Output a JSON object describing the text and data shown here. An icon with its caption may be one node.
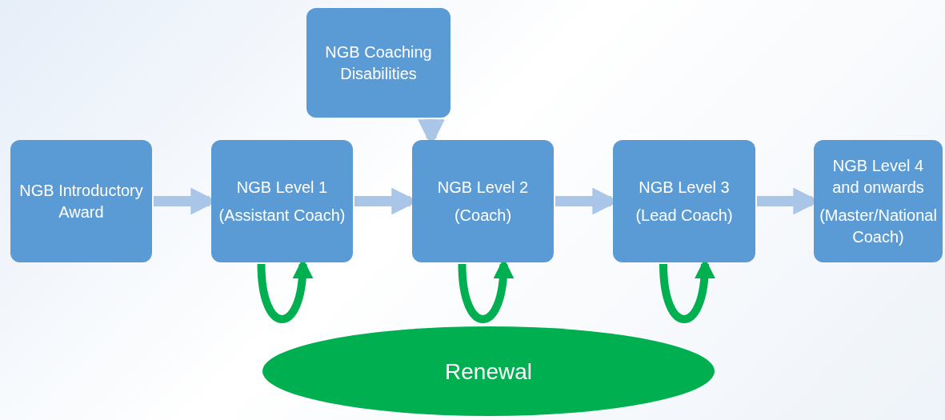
{
  "diagram": {
    "nodes": [
      {
        "text": [
          "NGB Introductory Award"
        ]
      },
      {
        "text": [
          "NGB Level 1",
          "(Assistant Coach)"
        ]
      },
      {
        "text": [
          "NGB Coaching Disabilities"
        ]
      },
      {
        "text": [
          "NGB Level 2",
          "(Coach)"
        ]
      },
      {
        "text": [
          "NGB Level 3",
          "(Lead Coach)"
        ]
      },
      {
        "text": [
          "NGB Level 4 and onwards",
          "(Master/National Coach)"
        ]
      },
      {
        "text": [
          "Renewal"
        ]
      }
    ],
    "edges": [
      {
        "from": 0,
        "to": 1,
        "arrow": "to"
      },
      {
        "from": 1,
        "to": 3,
        "arrow": "to"
      },
      {
        "from": 2,
        "to": 3,
        "arrow": "to"
      },
      {
        "from": 3,
        "to": 4,
        "arrow": "to"
      },
      {
        "from": 4,
        "to": 5,
        "arrow": "to"
      },
      {
        "from": 1,
        "to": 1,
        "arrow": "to",
        "color": "#00b050"
      },
      {
        "from": 3,
        "to": 3,
        "arrow": "to",
        "color": "#00b050"
      },
      {
        "from": 4,
        "to": 4,
        "arrow": "to",
        "color": "#00b050"
      }
    ]
  }
}
